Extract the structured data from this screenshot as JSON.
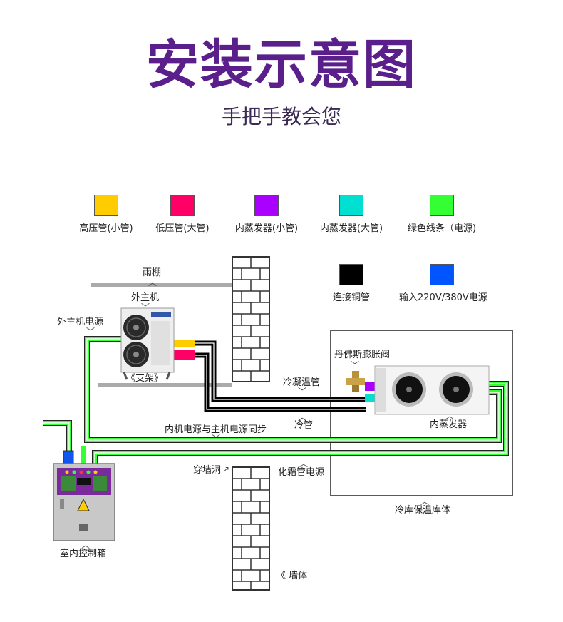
{
  "title": "安装示意图",
  "subtitle": "手把手教会您",
  "legend": [
    {
      "label": "高压管(小管)",
      "color": "#ffcc00"
    },
    {
      "label": "低压管(大管)",
      "color": "#ff0066"
    },
    {
      "label": "内蒸发器(小管)",
      "color": "#aa00ff"
    },
    {
      "label": "内蒸发器(大管)",
      "color": "#00e0d0"
    },
    {
      "label": "绿色线条（电源)",
      "color": "#33ff33"
    },
    {
      "label": "连接铜管",
      "color": "#000000"
    },
    {
      "label": "输入220V/380V电源",
      "color": "#0055ff"
    }
  ],
  "labels": {
    "canopy": "雨棚",
    "outdoor_unit": "外主机",
    "outdoor_power": "外主机电源",
    "bracket": "《支架》",
    "valve": "丹佛斯膨胀阀",
    "condensate_pipe": "冷凝温管",
    "cold_pipe": "冷管",
    "evaporator": "内蒸发器",
    "sync_power": "内机电源与主机电源同步",
    "wall_hole": "穿墙洞",
    "defrost_power": "化霜管电源",
    "cold_room": "冷库保温库体",
    "control_box": "室内控制箱",
    "wall": "《 墙体"
  }
}
